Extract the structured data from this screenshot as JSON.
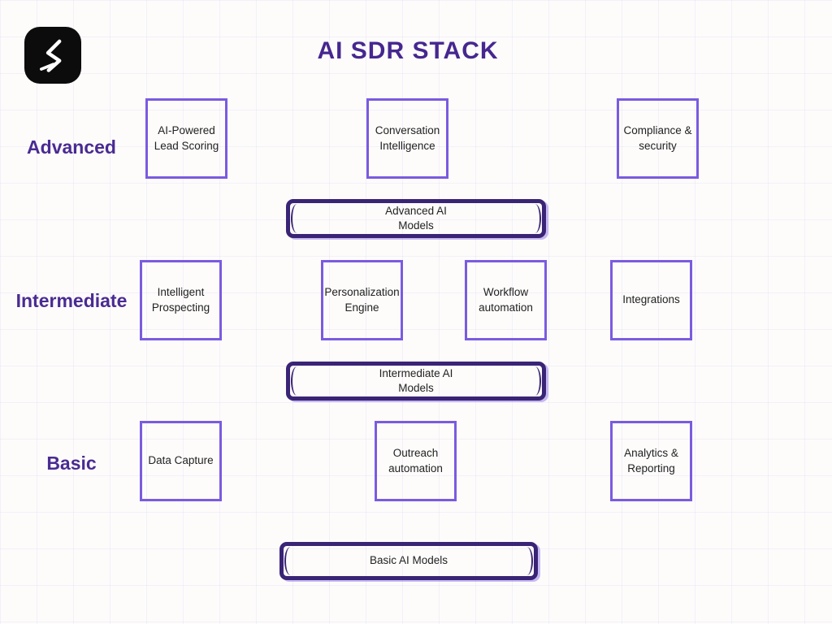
{
  "title": "AI SDR STACK",
  "logo": {
    "icon": "zigzag-code-mark"
  },
  "tiers": [
    {
      "label": "Advanced",
      "boxes": [
        "AI-Powered\nLead Scoring",
        "Conversation\nIntelligence",
        "Compliance &\nsecurity"
      ],
      "bar": "Advanced AI\nModels"
    },
    {
      "label": "Intermediate",
      "boxes": [
        "Intelligent\nProspecting",
        "Personalization\nEngine",
        "Workflow\nautomation",
        "Integrations"
      ],
      "bar": "Intermediate AI\nModels"
    },
    {
      "label": "Basic",
      "boxes": [
        "Data Capture",
        "Outreach\nautomation",
        "Analytics &\nReporting"
      ],
      "bar": "Basic AI Models"
    }
  ],
  "colors": {
    "title": "#46278f",
    "tier_label": "#4a2b92",
    "box_border": "#7a5be0",
    "bar_border": "#3a2475",
    "box_text": "#222222",
    "background": "#fdfcfb",
    "grid_line": "#f1edf8",
    "logo_background": "#0c0c0c",
    "logo_glyph": "#ffffff"
  }
}
